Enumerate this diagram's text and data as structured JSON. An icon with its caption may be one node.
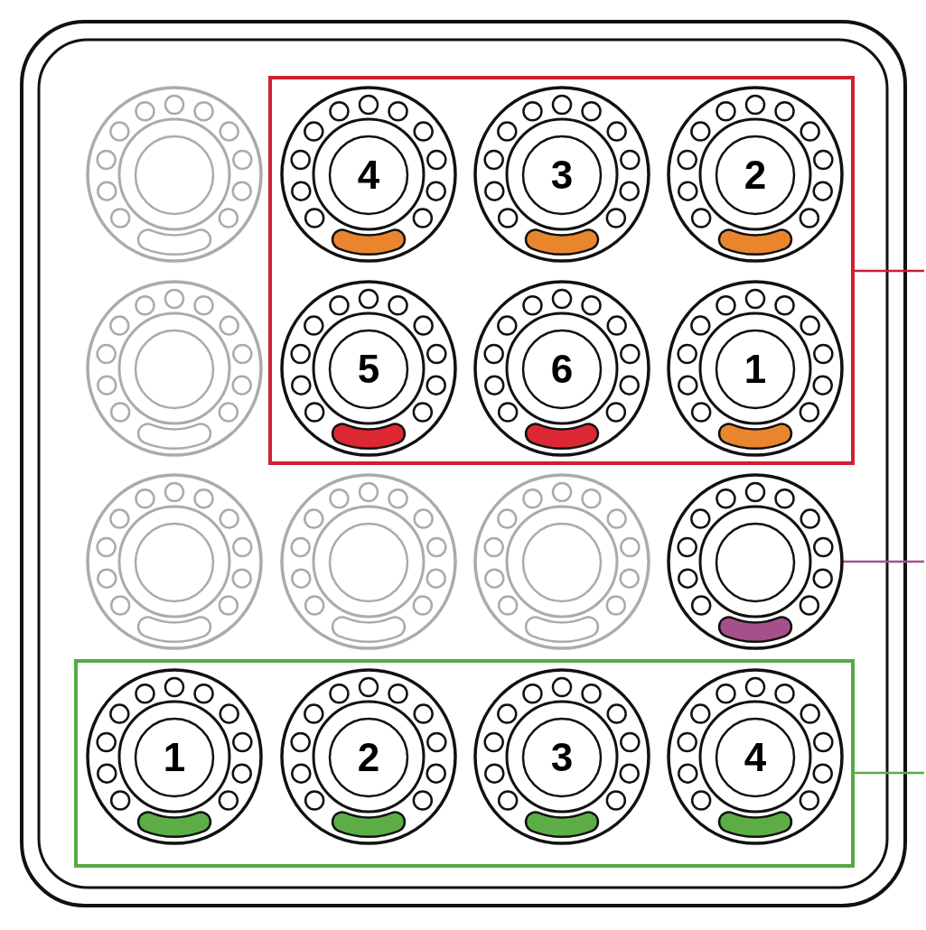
{
  "diagram": {
    "nodes": [
      {
        "text": [],
        "shape": "circle"
      },
      {
        "text": [],
        "shape": "box"
      },
      {
        "text": [
          "4"
        ],
        "in": 1
      },
      {
        "text": [
          "3"
        ],
        "in": 1
      },
      {
        "text": [
          "2"
        ],
        "in": 1
      },
      {
        "text": [],
        "shape": "circle"
      },
      {
        "text": [
          "5"
        ],
        "in": 1
      },
      {
        "text": [
          "6"
        ],
        "in": 1
      },
      {
        "text": [
          "1"
        ],
        "in": 1
      },
      {
        "text": [],
        "shape": "circle"
      },
      {
        "text": [],
        "shape": "circle"
      },
      {
        "text": [],
        "shape": "circle"
      },
      {
        "text": [],
        "shape": "circle"
      },
      {
        "text": [],
        "shape": "box"
      },
      {
        "text": [
          "1"
        ],
        "in": 13
      },
      {
        "text": [
          "2"
        ],
        "in": 13
      },
      {
        "text": [
          "3"
        ],
        "in": 13
      },
      {
        "text": [
          "4"
        ],
        "in": 13
      }
    ],
    "edges": [
      {
        "from": 1,
        "to": null,
        "arrow": "none",
        "color": "#cc1f36"
      },
      {
        "from": 12,
        "to": null,
        "arrow": "none",
        "color": "#a3528a"
      },
      {
        "from": 13,
        "to": null,
        "arrow": "none",
        "color": "#5aaa46"
      }
    ]
  }
}
